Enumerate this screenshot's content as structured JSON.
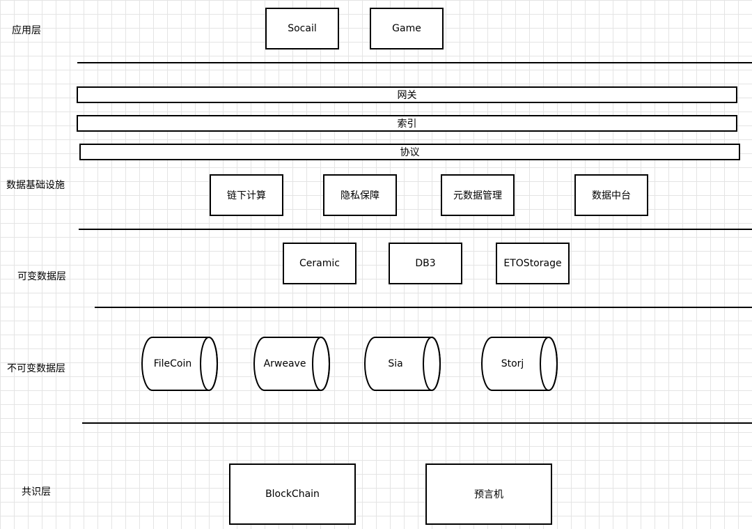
{
  "layers": {
    "application": "应用层",
    "data_infra": "数据基础设施",
    "mutable": "可变数据层",
    "immutable": "不可变数据层",
    "consensus": "共识层"
  },
  "application": {
    "items": [
      "Socail",
      "Game"
    ]
  },
  "infra": {
    "bars": [
      "网关",
      "索引",
      "协议"
    ],
    "boxes": [
      "链下计算",
      "隐私保障",
      "元数据管理",
      "数据中台"
    ]
  },
  "mutable": {
    "items": [
      "Ceramic",
      "DB3",
      "ETOStorage"
    ]
  },
  "immutable": {
    "items": [
      "FileCoin",
      "Arweave",
      "Sia",
      "Storj"
    ]
  },
  "consensus": {
    "items": [
      "BlockChain",
      "预言机"
    ]
  }
}
